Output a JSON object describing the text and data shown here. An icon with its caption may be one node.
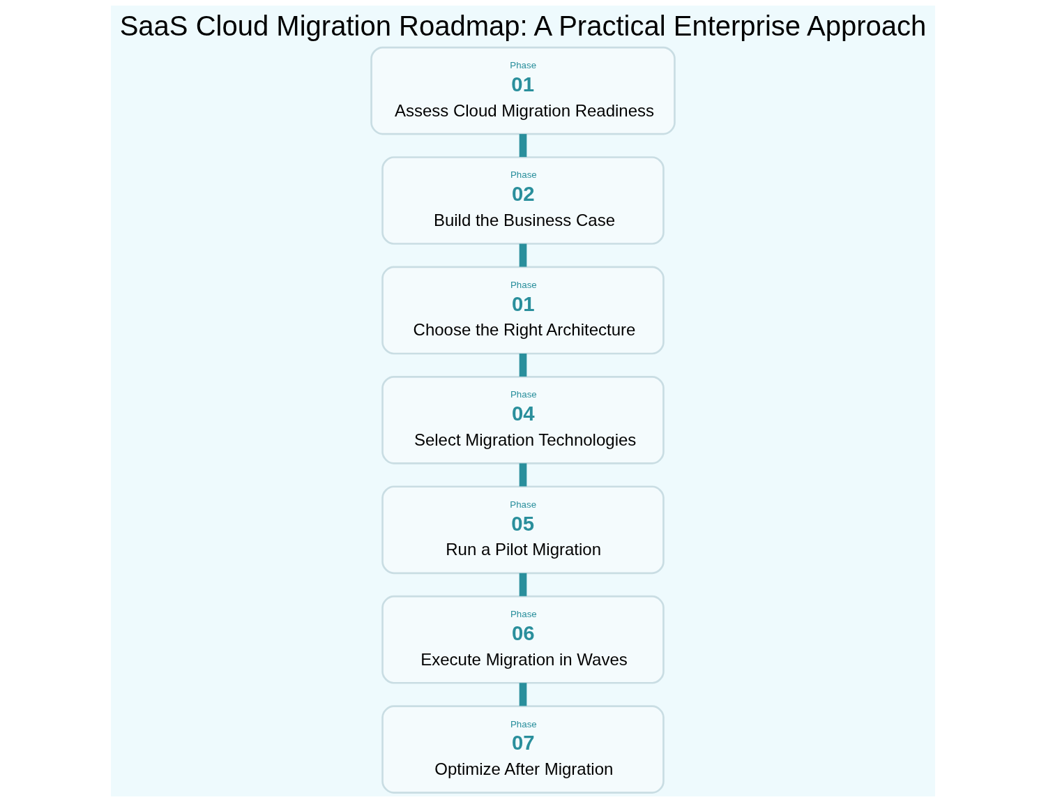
{
  "diagram": {
    "title": "SaaS Cloud Migration Roadmap: A Practical Enterprise Approach",
    "nodes": [
      {
        "text": [
          "Phase",
          "01",
          "Assess Cloud Migration Readiness"
        ]
      },
      {
        "text": [
          "Phase",
          "02",
          "Build the Business Case"
        ]
      },
      {
        "text": [
          "Phase",
          "01",
          "Choose the Right Architecture"
        ]
      },
      {
        "text": [
          "Phase",
          "04",
          "Select Migration Technologies"
        ]
      },
      {
        "text": [
          "Phase",
          "05",
          "Run a Pilot Migration"
        ]
      },
      {
        "text": [
          "Phase",
          "06",
          "Execute Migration in Waves"
        ]
      },
      {
        "text": [
          "Phase",
          "07",
          "Optimize After Migration"
        ]
      }
    ],
    "edges": [
      {
        "from": 0,
        "to": 1,
        "arrow": "none"
      },
      {
        "from": 1,
        "to": 2,
        "arrow": "none"
      },
      {
        "from": 2,
        "to": 3,
        "arrow": "none"
      },
      {
        "from": 3,
        "to": 4,
        "arrow": "none"
      },
      {
        "from": 4,
        "to": 5,
        "arrow": "none"
      },
      {
        "from": 5,
        "to": 6,
        "arrow": "none"
      }
    ]
  }
}
